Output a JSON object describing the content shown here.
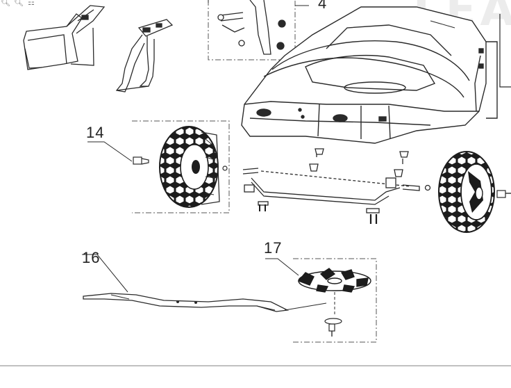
{
  "labels": {
    "part_14": "14",
    "part_16": "16",
    "part_17": "17",
    "part_4": "4"
  },
  "watermark": "LEA",
  "colors": {
    "line": "#2a2a2a",
    "dash": "#555555",
    "wheel": "#1c1c1c",
    "bg": "#ffffff"
  },
  "icons": {
    "zoom_out": "zoom-out-icon",
    "zoom_in": "zoom-in-icon",
    "fit": "fit-page-icon"
  }
}
